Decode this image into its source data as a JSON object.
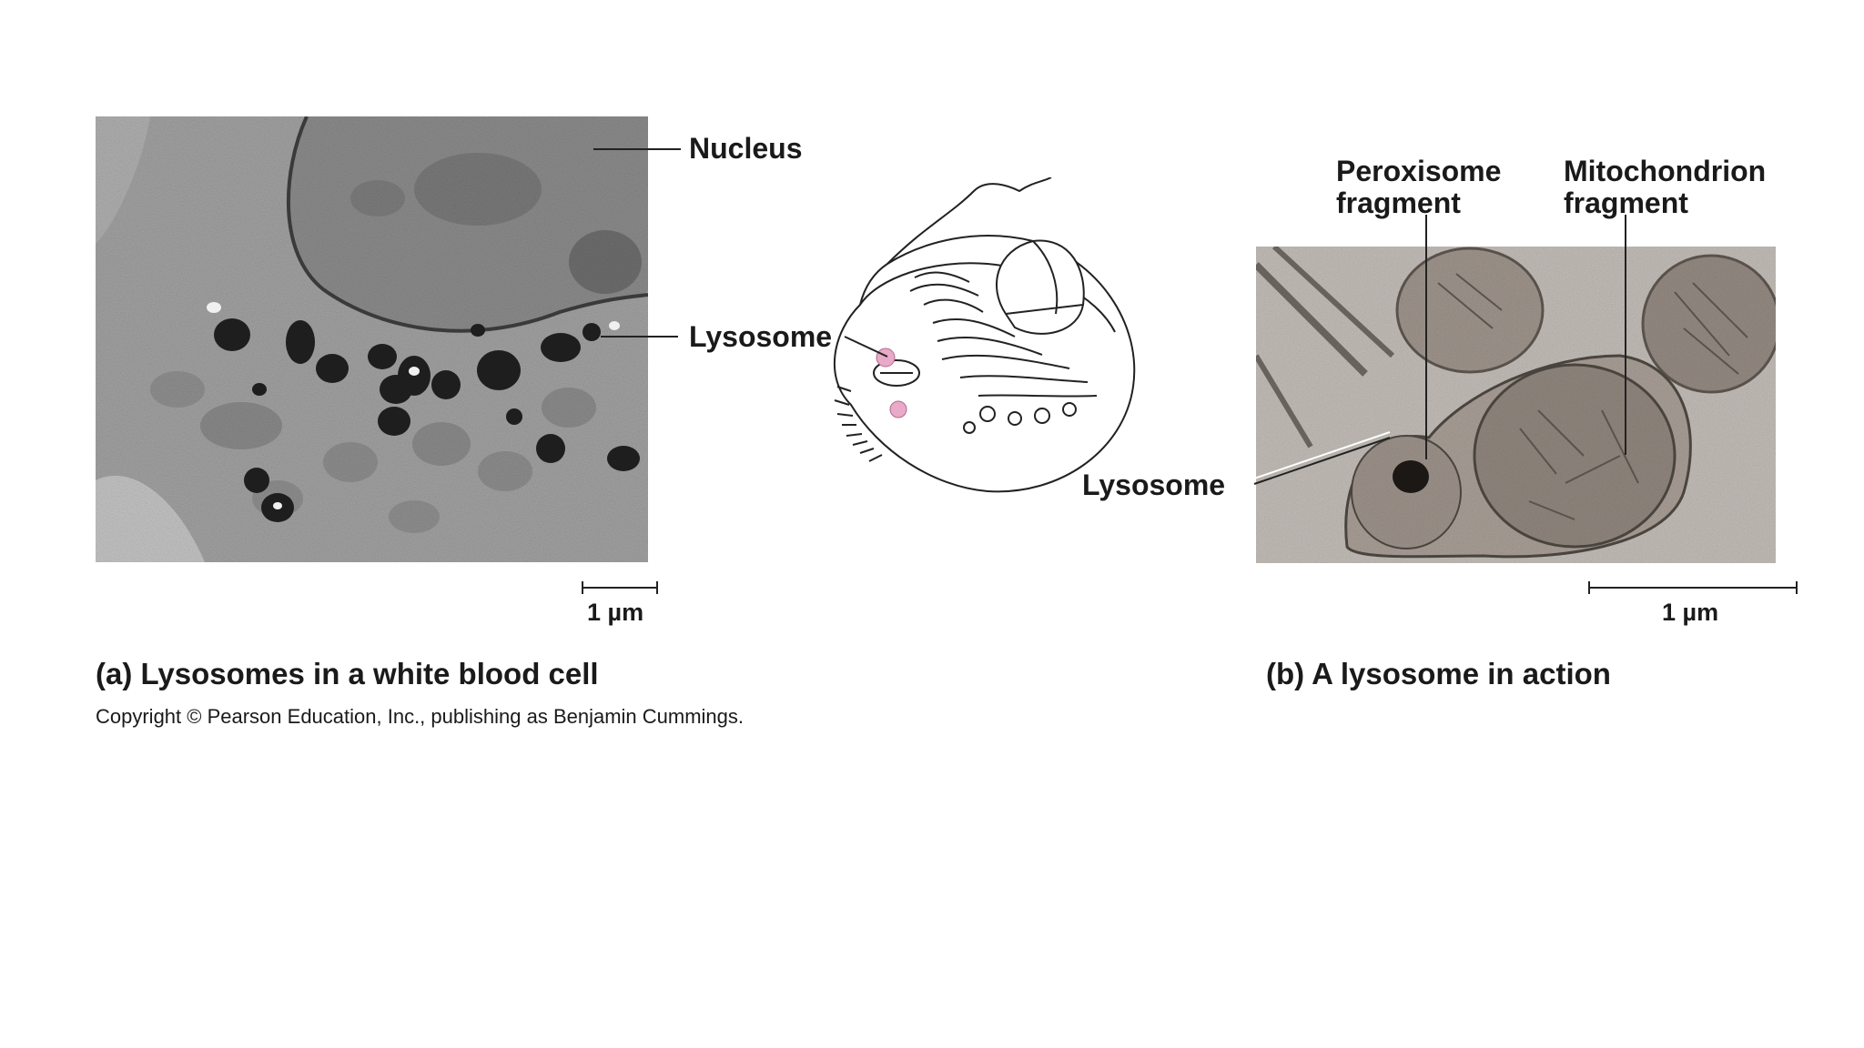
{
  "panel_a": {
    "label_nucleus": "Nucleus",
    "label_lysosome": "Lysosome",
    "scale_bar": "1 µm",
    "caption": "(a) Lysosomes in a white blood cell"
  },
  "panel_b": {
    "label_peroxisome_line1": "Peroxisome",
    "label_peroxisome_line2": "fragment",
    "label_mito_line1": "Mitochondrion",
    "label_mito_line2": "fragment",
    "label_lysosome": "Lysosome",
    "scale_bar": "1 µm",
    "caption": "(b) A lysosome in action"
  },
  "copyright": "Copyright © Pearson Education, Inc., publishing as Benjamin Cummings.",
  "colors": {
    "lysosome_pink": "#e9a9c9",
    "micrograph_gray": "#9a9a9a",
    "micrograph_b_tint": "#b5aea8"
  }
}
